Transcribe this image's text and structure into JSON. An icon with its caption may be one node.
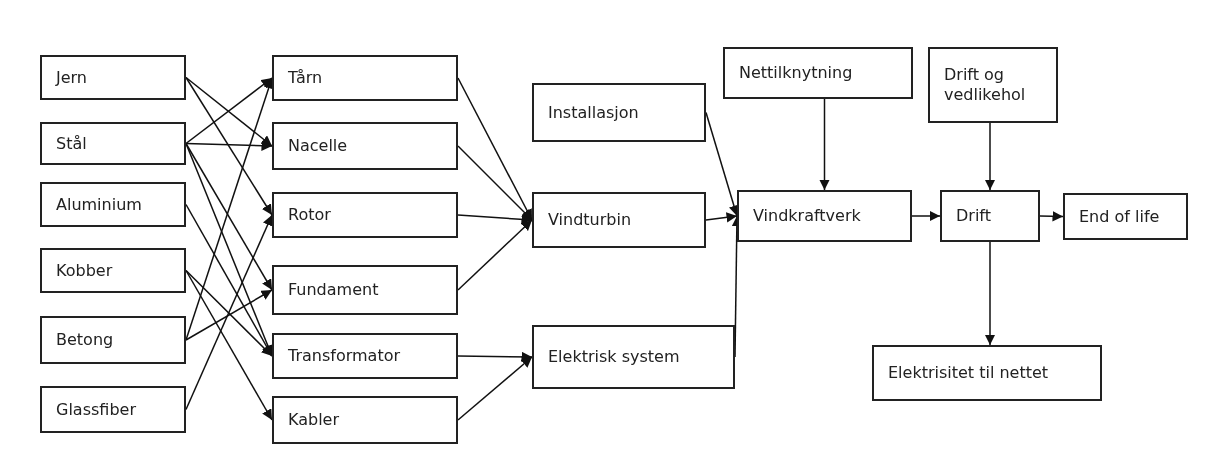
{
  "diagram": {
    "nodes": [
      {
        "text": [
          "Jern"
        ]
      },
      {
        "text": [
          "Stål"
        ]
      },
      {
        "text": [
          "Aluminium"
        ]
      },
      {
        "text": [
          "Kobber"
        ]
      },
      {
        "text": [
          "Betong"
        ]
      },
      {
        "text": [
          "Glassfiber"
        ]
      },
      {
        "text": [
          "Tårn"
        ]
      },
      {
        "text": [
          "Nacelle"
        ]
      },
      {
        "text": [
          "Rotor"
        ]
      },
      {
        "text": [
          "Fundament"
        ]
      },
      {
        "text": [
          "Transformator"
        ]
      },
      {
        "text": [
          "Kabler"
        ]
      },
      {
        "text": [
          "Installasjon"
        ]
      },
      {
        "text": [
          "Vindturbin"
        ]
      },
      {
        "text": [
          "Elektrisk system"
        ]
      },
      {
        "text": [
          "Nettilknytning"
        ]
      },
      {
        "text": [
          "Vindkraftverk"
        ]
      },
      {
        "text": [
          "Drift og vedlikehol"
        ]
      },
      {
        "text": [
          "Drift"
        ]
      },
      {
        "text": [
          "End of life"
        ]
      },
      {
        "text": [
          "Elektrisitet til nettet"
        ]
      }
    ],
    "edges": [
      {
        "from": 0,
        "to": 7,
        "arrow": "to"
      },
      {
        "from": 0,
        "to": 8,
        "arrow": "to"
      },
      {
        "from": 1,
        "to": 6,
        "arrow": "to"
      },
      {
        "from": 1,
        "to": 7,
        "arrow": "to"
      },
      {
        "from": 1,
        "to": 9,
        "arrow": "to"
      },
      {
        "from": 1,
        "to": 10,
        "arrow": "to"
      },
      {
        "from": 2,
        "to": 10,
        "arrow": "to"
      },
      {
        "from": 3,
        "to": 10,
        "arrow": "to"
      },
      {
        "from": 3,
        "to": 11,
        "arrow": "to"
      },
      {
        "from": 4,
        "to": 6,
        "arrow": "to"
      },
      {
        "from": 4,
        "to": 9,
        "arrow": "to"
      },
      {
        "from": 5,
        "to": 8,
        "arrow": "to"
      },
      {
        "from": 6,
        "to": 13,
        "arrow": "to"
      },
      {
        "from": 7,
        "to": 13,
        "arrow": "to"
      },
      {
        "from": 8,
        "to": 13,
        "arrow": "to"
      },
      {
        "from": 9,
        "to": 13,
        "arrow": "to"
      },
      {
        "from": 10,
        "to": 14,
        "arrow": "to"
      },
      {
        "from": 11,
        "to": 14,
        "arrow": "to"
      },
      {
        "from": 12,
        "to": 16,
        "arrow": "to"
      },
      {
        "from": 13,
        "to": 16,
        "arrow": "to"
      },
      {
        "from": 14,
        "to": 16,
        "arrow": "to"
      },
      {
        "from": 15,
        "to": 16,
        "arrow": "to"
      },
      {
        "from": 16,
        "to": 18,
        "arrow": "to"
      },
      {
        "from": 17,
        "to": 18,
        "arrow": "to"
      },
      {
        "from": 18,
        "to": 19,
        "arrow": "to"
      },
      {
        "from": 18,
        "to": 20,
        "arrow": "to"
      }
    ]
  }
}
